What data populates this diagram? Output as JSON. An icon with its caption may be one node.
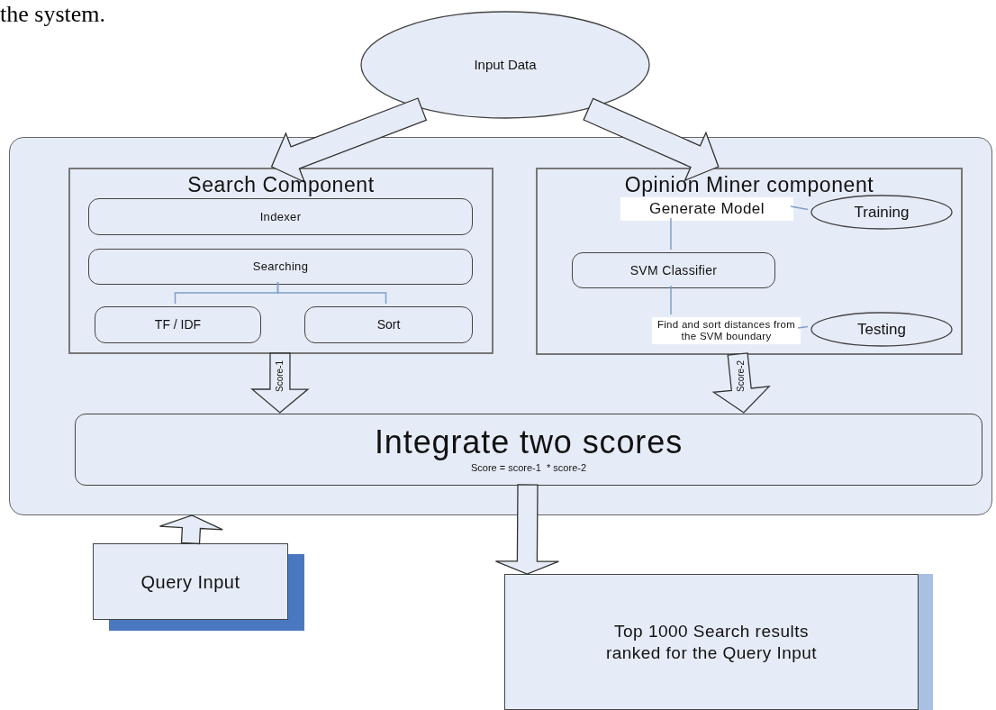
{
  "diagram": {
    "nodes": [
      {
        "text": [
          "Input Data"
        ]
      },
      {
        "text": [],
        "shape": "box"
      },
      {
        "text": [
          "Search Component"
        ],
        "in": 1
      },
      {
        "text": [
          "Indexer"
        ],
        "in": 2
      },
      {
        "text": [
          "Searching"
        ],
        "in": 2
      },
      {
        "text": [
          "TF / IDF"
        ],
        "in": 2
      },
      {
        "text": [
          "Sort"
        ],
        "in": 2
      },
      {
        "text": [
          "Opinion Miner component"
        ],
        "in": 1
      },
      {
        "text": [
          "Generate Model"
        ],
        "in": 7
      },
      {
        "text": [
          "Training"
        ],
        "in": 7
      },
      {
        "text": [
          "SVM Classifier"
        ],
        "in": 7
      },
      {
        "text": [
          "Find and sort distances from the SVM boundary"
        ],
        "in": 7
      },
      {
        "text": [
          "Testing"
        ],
        "in": 7
      },
      {
        "text": [
          "Integrate two scores",
          "Score = score-1  * score-2"
        ],
        "in": 1
      },
      {
        "text": [
          "Query Input"
        ]
      },
      {
        "text": [
          "Top 1000 Search results ranked for the Query Input"
        ]
      }
    ],
    "edges": [
      {
        "from": 0,
        "to": 2,
        "arrow": "to",
        "style": "thick"
      },
      {
        "from": 0,
        "to": 7,
        "arrow": "to",
        "style": "thick"
      },
      {
        "from": 4,
        "to": 5,
        "arrow": "none",
        "color": "#7f9fc8"
      },
      {
        "from": 4,
        "to": 6,
        "arrow": "none",
        "color": "#7f9fc8"
      },
      {
        "from": 8,
        "to": 9,
        "arrow": "none",
        "color": "#7f9fc8"
      },
      {
        "from": 8,
        "to": 10,
        "arrow": "none",
        "color": "#7f9fc8"
      },
      {
        "from": 10,
        "to": 11,
        "arrow": "none",
        "color": "#7f9fc8"
      },
      {
        "from": 11,
        "to": 12,
        "arrow": "none",
        "color": "#7f9fc8"
      },
      {
        "from": 2,
        "to": 13,
        "arrow": "to",
        "style": "thick",
        "label": "Score-1"
      },
      {
        "from": 7,
        "to": 13,
        "arrow": "to",
        "style": "thick",
        "label": "Score-2"
      },
      {
        "from": 13,
        "to": 15,
        "arrow": "to",
        "style": "thick"
      },
      {
        "from": 14,
        "to": 1,
        "arrow": "to",
        "style": "thick"
      }
    ],
    "labels": [
      "the system."
    ]
  }
}
